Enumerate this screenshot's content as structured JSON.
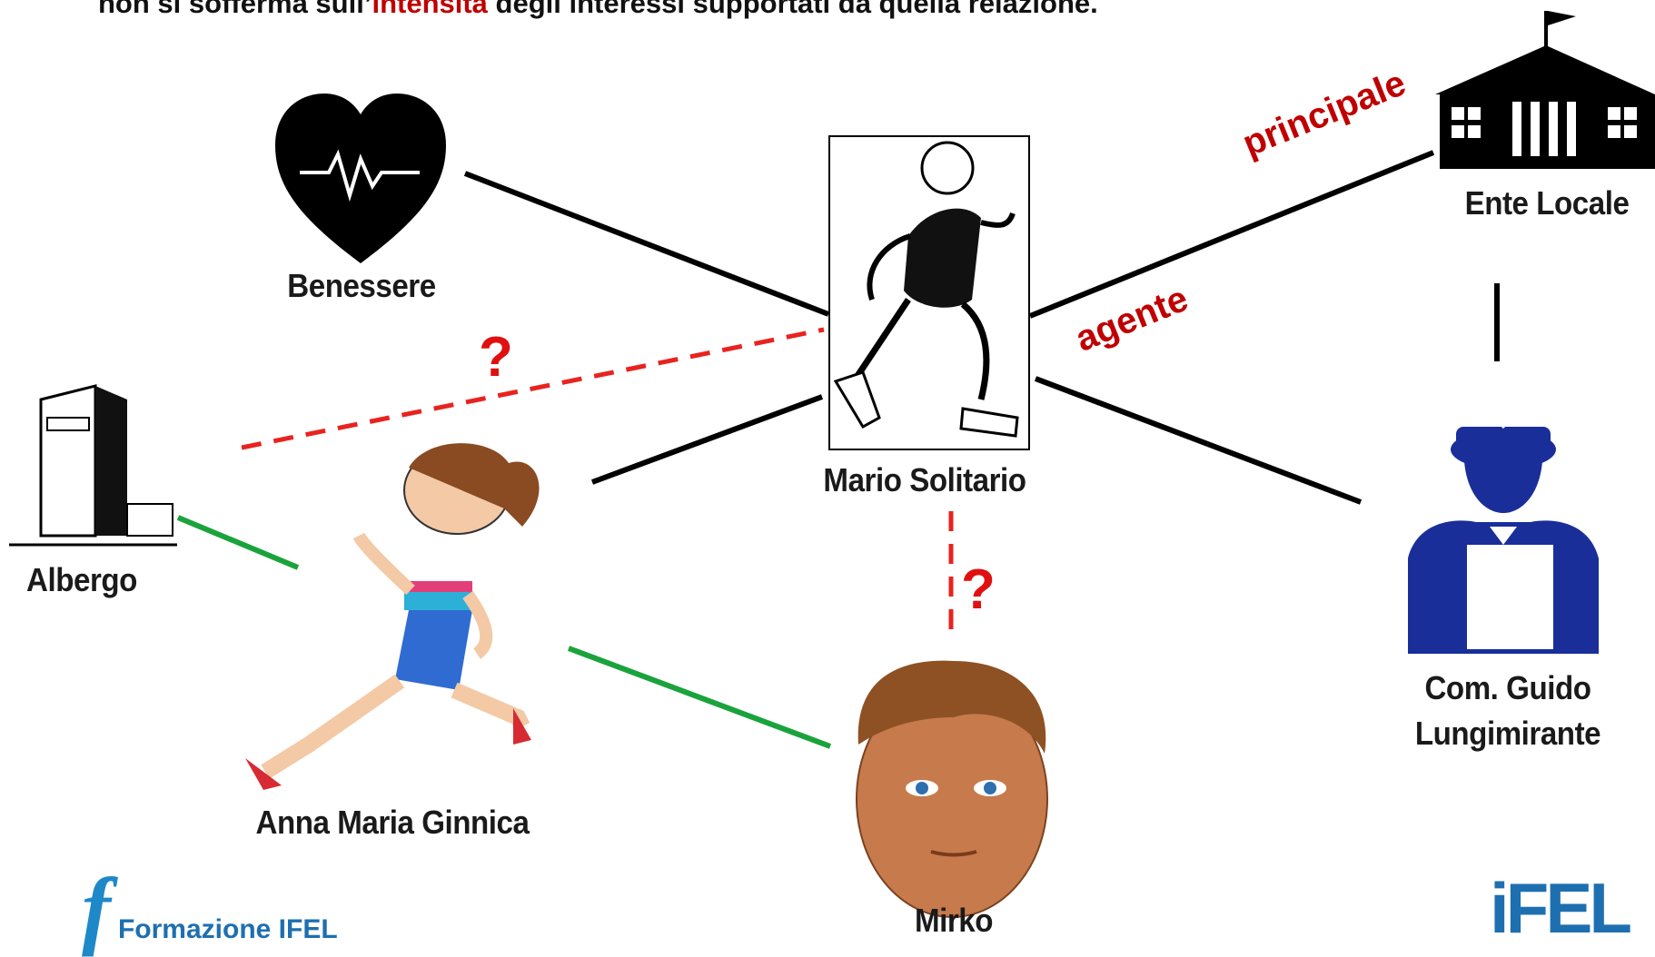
{
  "headline": {
    "before": "non si sofferma sull’",
    "highlight": "intensità",
    "after": " degli interessi supportati da quella relazione."
  },
  "nodes": {
    "benessere": "Benessere",
    "mario": "Mario Solitario",
    "ente": "Ente Locale",
    "albergo": "Albergo",
    "anna": "Anna Maria Ginnica",
    "mirko": "Mirko",
    "guido_line1": "Com. Guido",
    "guido_line2": "Lungimirante"
  },
  "edge_labels": {
    "principale": "principale",
    "agente": "agente",
    "question_1": "?",
    "question_2": "?"
  },
  "branding": {
    "left_text": "Formazione IFEL",
    "left_mark": "f",
    "right_mark": "iFEL"
  },
  "colors": {
    "black_link": "#000000",
    "red_dashed": "#e8231f",
    "green_link": "#1aa33b",
    "accent_red": "#c00000",
    "police_blue": "#1a2e9a",
    "brand_blue": "#1e6fb0"
  },
  "icons": [
    "heart-pulse-icon",
    "runner-man-icon",
    "city-hall-icon",
    "hotel-icon",
    "runner-woman-icon",
    "boy-face-icon",
    "police-officer-icon"
  ]
}
